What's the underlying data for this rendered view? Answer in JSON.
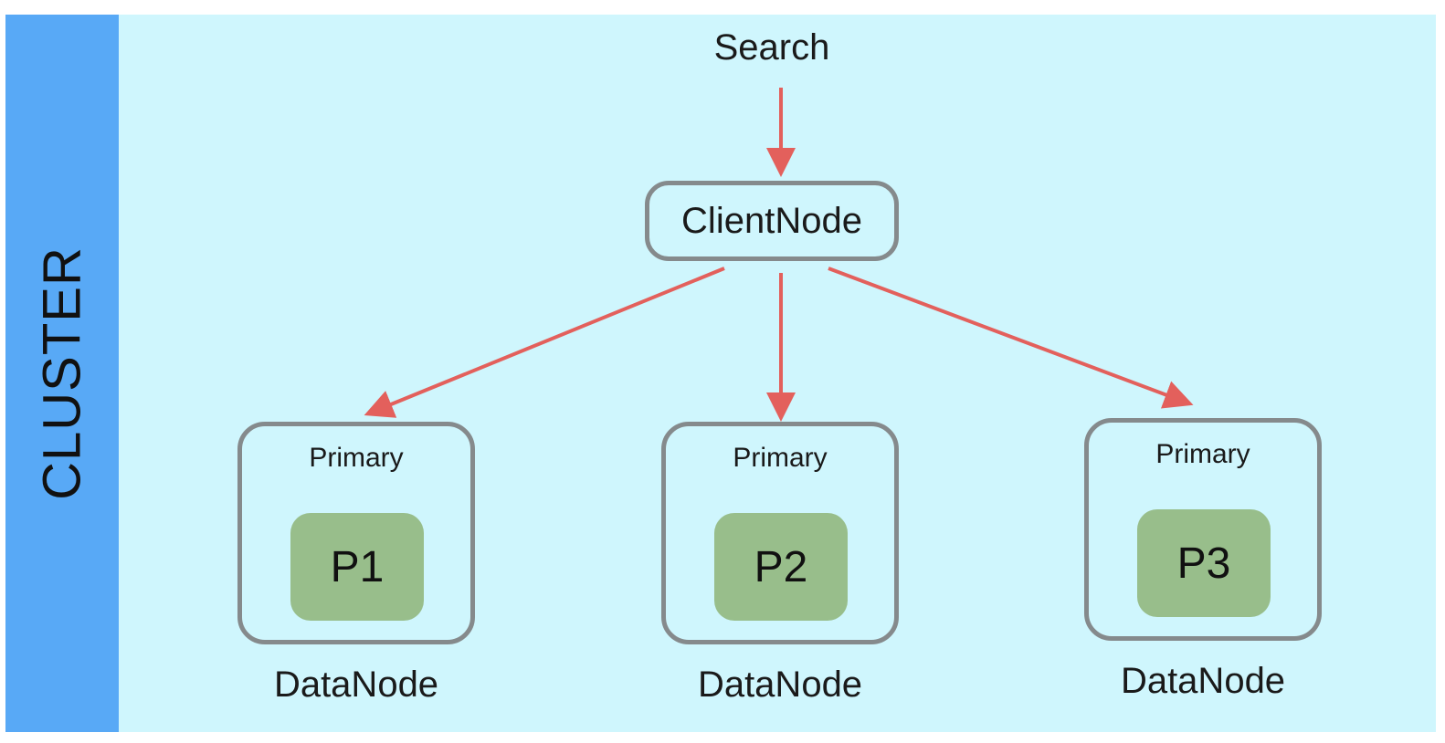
{
  "cluster_label": "CLUSTER",
  "search_label": "Search",
  "client_node": {
    "label": "ClientNode"
  },
  "data_nodes": [
    {
      "primary_label": "Primary",
      "shard_label": "P1",
      "node_label": "DataNode"
    },
    {
      "primary_label": "Primary",
      "shard_label": "P2",
      "node_label": "DataNode"
    },
    {
      "primary_label": "Primary",
      "shard_label": "P3",
      "node_label": "DataNode"
    }
  ],
  "colors": {
    "cluster_band": "#58a9f6",
    "background": "#cff6fd",
    "arrow": "#e3605c",
    "node_border": "#858a8c",
    "shard_fill": "#98be8b"
  }
}
